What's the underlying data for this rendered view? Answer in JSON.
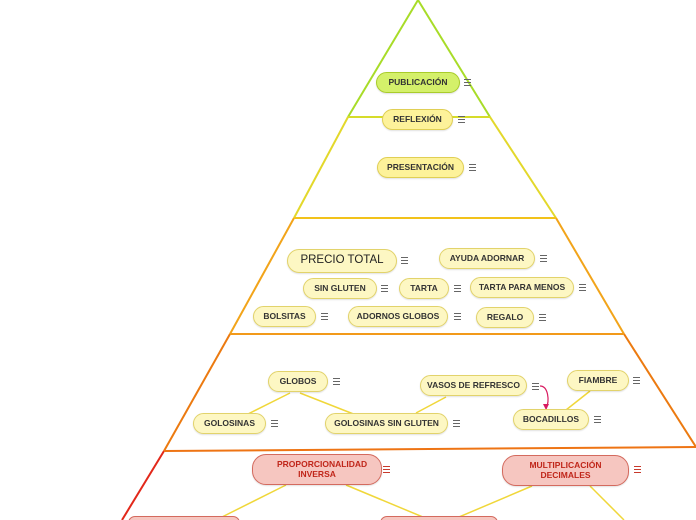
{
  "levels": {
    "top": {
      "nodes": [
        {
          "id": "publicacion",
          "label": "PUBLICACIÓN"
        },
        {
          "id": "reflexion",
          "label": "REFLEXIÓN"
        },
        {
          "id": "presentacion",
          "label": "PRESENTACIÓN"
        }
      ]
    },
    "second": {
      "nodes": [
        {
          "id": "precio-total",
          "label": "PRECIO TOTAL"
        },
        {
          "id": "ayuda-adornar",
          "label": "AYUDA ADORNAR"
        },
        {
          "id": "sin-gluten",
          "label": "SIN GLUTEN"
        },
        {
          "id": "tarta",
          "label": "TARTA"
        },
        {
          "id": "tarta-para-menos",
          "label": "TARTA PARA MENOS"
        },
        {
          "id": "bolsitas",
          "label": "BOLSITAS"
        },
        {
          "id": "adornos-globos",
          "label": "ADORNOS GLOBOS"
        },
        {
          "id": "regalo",
          "label": "REGALO"
        }
      ]
    },
    "third": {
      "nodes": [
        {
          "id": "globos",
          "label": "GLOBOS"
        },
        {
          "id": "vasos-de-refresco",
          "label": "VASOS DE REFRESCO"
        },
        {
          "id": "fiambre",
          "label": "FIAMBRE"
        },
        {
          "id": "golosinas",
          "label": "GOLOSINAS"
        },
        {
          "id": "golosinas-sin-gluten",
          "label": "GOLOSINAS SIN GLUTEN"
        },
        {
          "id": "bocadillos",
          "label": "BOCADILLOS"
        }
      ]
    },
    "bottom": {
      "nodes": [
        {
          "id": "proporcionalidad-inversa",
          "label": "PROPORCIONALIDAD INVERSA"
        },
        {
          "id": "multiplicacion-decimales",
          "label": "MULTIPLICACIÓN DECIMALES"
        }
      ]
    }
  },
  "colors": {
    "apex_line": "#a8dc28",
    "upper_line": "#e8d82a",
    "middle_line": "#f2a41a",
    "lower_line": "#ec7a10",
    "base_line": "#e2281a",
    "connector": "#f0d73a",
    "bocadillos_link": "#d81b60"
  }
}
